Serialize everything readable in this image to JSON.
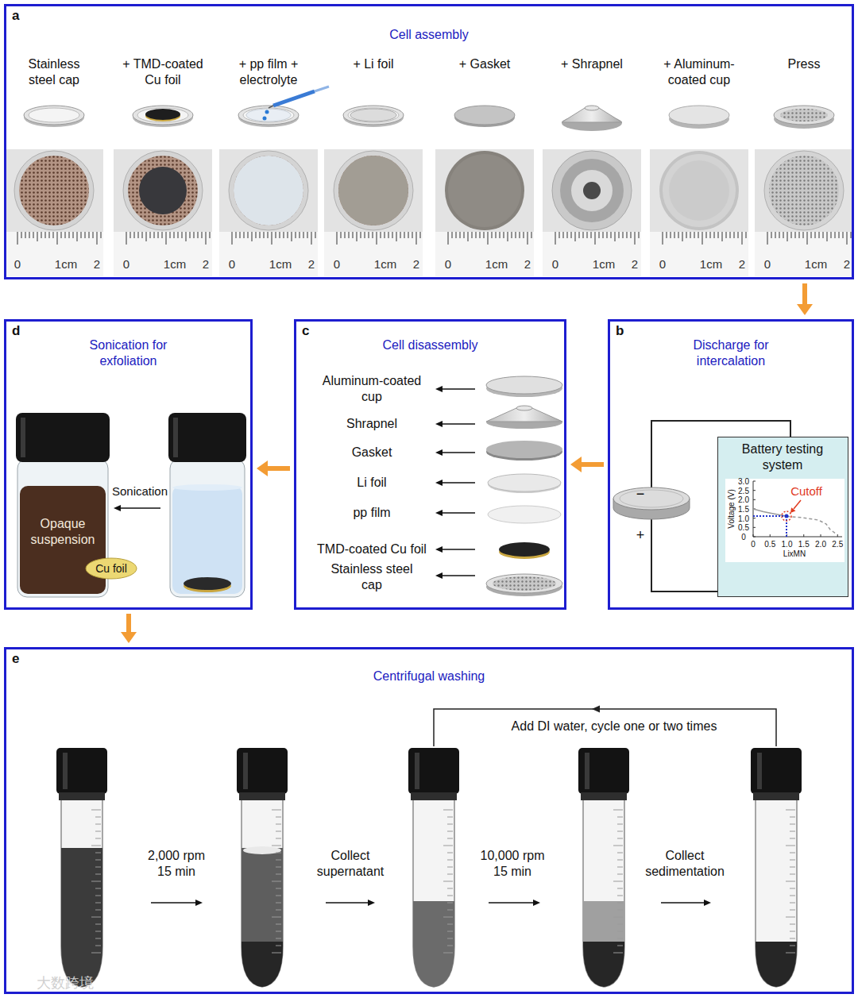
{
  "diagram": {
    "nodes": [
      {
        "text": [
          "a",
          "Cell assembly"
        ]
      },
      {
        "text": [
          "b",
          "Discharge for intercalation"
        ]
      },
      {
        "text": [
          "c",
          "Cell disassembly"
        ]
      },
      {
        "text": [
          "d",
          "Sonication for exfoliation"
        ]
      },
      {
        "text": [
          "e",
          "Centrifugal washing"
        ]
      },
      {
        "text": [
          "Battery testing system"
        ],
        "in": 1
      }
    ],
    "edges": [
      {
        "from": 0,
        "to": 1,
        "arrow": "to"
      },
      {
        "from": 1,
        "to": 2,
        "arrow": "to"
      },
      {
        "from": 2,
        "to": 3,
        "arrow": "to"
      },
      {
        "from": 3,
        "to": 4,
        "arrow": "to"
      }
    ],
    "labels": [
      "Stainless steel cap",
      "+ TMD-coated Cu foil",
      "+ pp film + electrolyte",
      "+ Li foil",
      "+ Gasket",
      "+ Shrapnel",
      "+ Aluminum-coated cup",
      "Press",
      "0",
      "1cm",
      "2",
      "0",
      "1cm",
      "2",
      "0",
      "1cm",
      "2",
      "0",
      "1cm",
      "2",
      "0",
      "1cm",
      "2",
      "0",
      "1cm",
      "2",
      "0",
      "1cm",
      "2",
      "0",
      "1cm",
      "2",
      "−",
      "+",
      "Cutoff",
      "Voltage (V)",
      "3.0",
      "2.5",
      "2.0",
      "1.5",
      "1.0",
      "0.5",
      "0",
      "0",
      "0.5",
      "1.0",
      "1.5",
      "2.0",
      "2.5",
      "LixMN",
      "Aluminum-coated cup",
      "Shrapnel",
      "Gasket",
      "Li foil",
      "pp film",
      "TMD-coated Cu foil",
      "Stainless steel cap",
      "Sonication",
      "Opaque suspension",
      "Cu foil",
      "2,000 rpm",
      "15 min",
      "Collect supernatant",
      "10,000 rpm",
      "15 min",
      "Collect sedimentation",
      "Add DI water, cycle one or two times",
      "大数跨境"
    ]
  }
}
